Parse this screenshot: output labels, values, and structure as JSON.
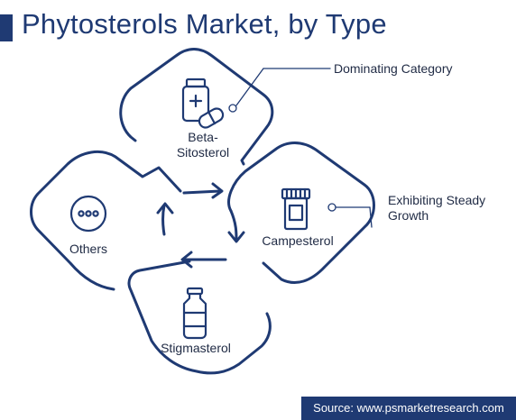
{
  "title": "Phytosterols Market, by Type",
  "nodes": {
    "beta": {
      "label_line1": "Beta-",
      "label_line2": "Sitosterol",
      "icon": "medicine-bottle-and-capsule-icon"
    },
    "campesterol": {
      "label": "Campesterol",
      "icon": "pill-bottle-icon"
    },
    "stigmasterol": {
      "label": "Stigmasterol",
      "icon": "vial-icon"
    },
    "others": {
      "label": "Others",
      "icon": "more-dots-icon"
    }
  },
  "callouts": {
    "dominating": "Dominating Category",
    "steady_line1": "Exhibiting Steady",
    "steady_line2": "Growth"
  },
  "source": "Source: www.psmarketresearch.com",
  "colors": {
    "primary": "#1f3a73",
    "text": "#1f2a44",
    "background": "#ffffff"
  }
}
